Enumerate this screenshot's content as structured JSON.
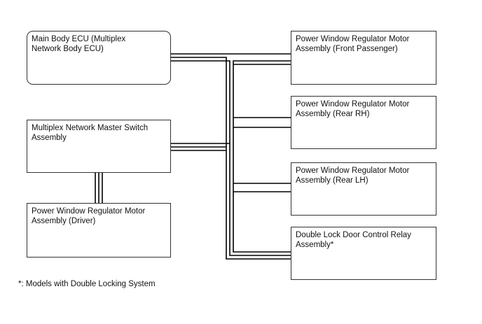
{
  "blocks": {
    "main_body_ecu": [
      "Main Body ECU (Multiplex",
      "Network Body ECU)"
    ],
    "master_switch": [
      "Multiplex Network Master Switch",
      "Assembly"
    ],
    "driver_motor": [
      "Power Window Regulator Motor",
      "Assembly (Driver)"
    ],
    "front_passenger_motor": [
      "Power Window Regulator Motor",
      "Assembly (Front Passenger)"
    ],
    "rear_rh_motor": [
      "Power Window Regulator Motor",
      "Assembly (Rear RH)"
    ],
    "rear_lh_motor": [
      "Power Window Regulator Motor",
      "Assembly (Rear LH)"
    ],
    "double_lock_relay": [
      "Double Lock Door Control Relay",
      "Assembly*"
    ]
  },
  "footnote": "*: Models with Double Locking System",
  "colors": {
    "wire": "#000000",
    "border": "#333333"
  }
}
